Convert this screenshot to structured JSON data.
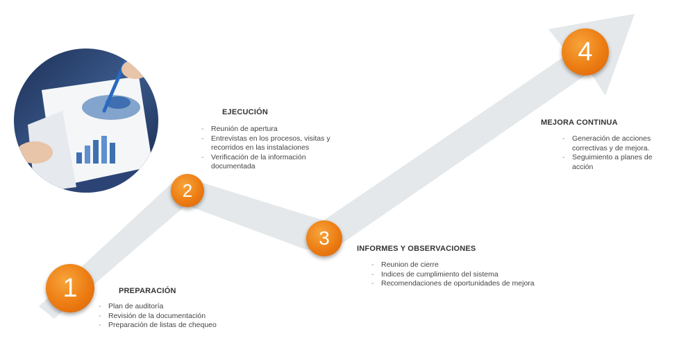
{
  "steps": [
    {
      "number": "1",
      "title": "PREPARACIÓN",
      "items": [
        "Plan de auditoría",
        "Revisión de la documentación",
        "Preparación de listas de chequeo"
      ]
    },
    {
      "number": "2",
      "title": "EJECUCIÓN",
      "items": [
        "Reunión de apertura",
        "Entrevistas en los procesos, visitas y recorridos en las instalaciones",
        "Verificación de la información documentada"
      ]
    },
    {
      "number": "3",
      "title": "INFORMES Y OBSERVACIONES",
      "items": [
        "Reunion de cierre",
        "Indices de cumplimiento del sistema",
        "Recomendaciones  de oportunidades de mejora"
      ]
    },
    {
      "number": "4",
      "title": "MEJORA CONTINUA",
      "items": [
        "Generación de acciones correctivas y de mejora.",
        "Seguimiento a planes de acción"
      ]
    }
  ],
  "colors": {
    "arrow": "#e6eaec",
    "circle": "#ec7c12",
    "photo_bg": "#2b3d63"
  }
}
